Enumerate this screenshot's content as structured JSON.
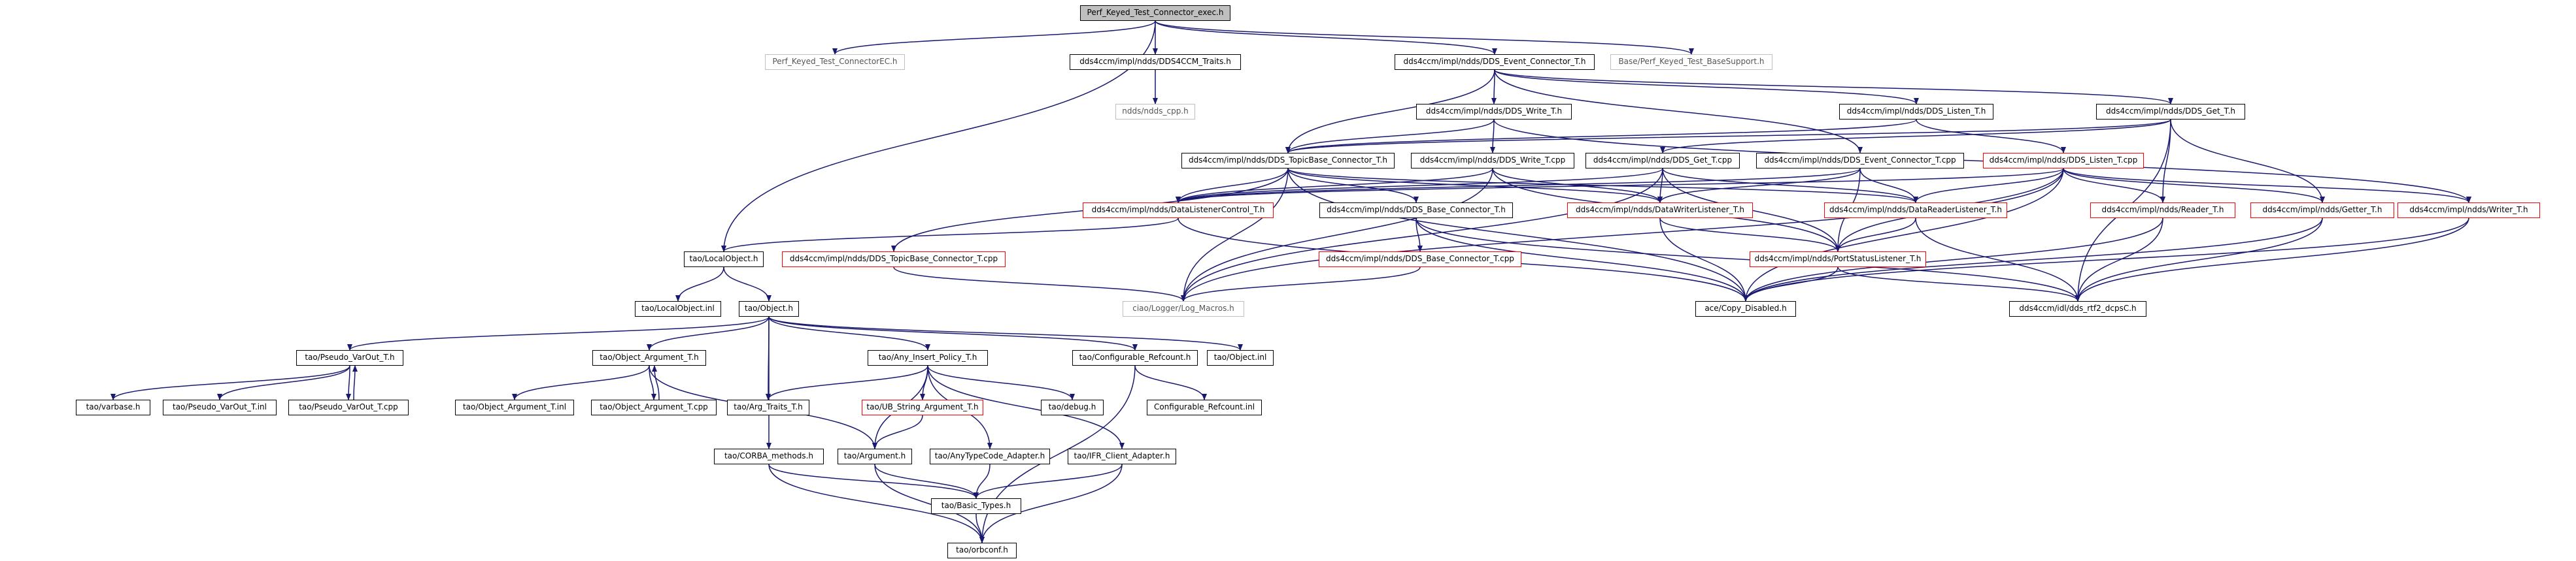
{
  "title": "Perf_Keyed_Test_Connector_exec.h",
  "colors": {
    "edge": "#191970",
    "root_fill": "#bfbfbf",
    "missing_border": "#bfbfbf",
    "truncated_border": "#ff0000",
    "normal_border": "#000000"
  },
  "nodes": {
    "root": "Perf_Keyed_Test_Connector_exec.h",
    "conn_ec": "Perf_Keyed_Test_ConnectorEC.h",
    "ccm_traits": "dds4ccm/impl/ndds/DDS4CCM_Traits.h",
    "event_conn_t": "dds4ccm/impl/ndds/DDS_Event_Connector_T.h",
    "base_support": "Base/Perf_Keyed_Test_BaseSupport.h",
    "ndds_cpp": "ndds/ndds_cpp.h",
    "write_t_h": "dds4ccm/impl/ndds/DDS_Write_T.h",
    "listen_t_h": "dds4ccm/impl/ndds/DDS_Listen_T.h",
    "get_t_h": "dds4ccm/impl/ndds/DDS_Get_T.h",
    "topicbase_h": "dds4ccm/impl/ndds/DDS_TopicBase_Connector_T.h",
    "write_t_cpp": "dds4ccm/impl/ndds/DDS_Write_T.cpp",
    "get_t_cpp": "dds4ccm/impl/ndds/DDS_Get_T.cpp",
    "event_conn_cpp": "dds4ccm/impl/ndds/DDS_Event_Connector_T.cpp",
    "listen_t_cpp": "dds4ccm/impl/ndds/DDS_Listen_T.cpp",
    "dlc_h": "dds4ccm/impl/ndds/DataListenerControl_T.h",
    "base_conn_h": "dds4ccm/impl/ndds/DDS_Base_Connector_T.h",
    "dwl_h": "dds4ccm/impl/ndds/DataWriterListener_T.h",
    "drl_h": "dds4ccm/impl/ndds/DataReaderListener_T.h",
    "reader_h": "dds4ccm/impl/ndds/Reader_T.h",
    "getter_h": "dds4ccm/impl/ndds/Getter_T.h",
    "writer_h": "dds4ccm/impl/ndds/Writer_T.h",
    "localobject_h": "tao/LocalObject.h",
    "topicbase_cpp": "dds4ccm/impl/ndds/DDS_TopicBase_Connector_T.cpp",
    "base_conn_cpp": "dds4ccm/impl/ndds/DDS_Base_Connector_T.cpp",
    "psl_h": "dds4ccm/impl/ndds/PortStatusListener_T.h",
    "localobject_inl": "tao/LocalObject.inl",
    "object_h": "tao/Object.h",
    "log_macros": "ciao/Logger/Log_Macros.h",
    "copy_disabled": "ace/Copy_Disabled.h",
    "rtf2_dcps": "dds4ccm/idl/dds_rtf2_dcpsC.h",
    "pseudo_varout_h": "tao/Pseudo_VarOut_T.h",
    "object_arg_h": "tao/Object_Argument_T.h",
    "any_insert_h": "tao/Any_Insert_Policy_T.h",
    "config_refcount_h": "tao/Configurable_Refcount.h",
    "object_inl": "tao/Object.inl",
    "varbase_h": "tao/varbase.h",
    "pseudo_varout_inl": "tao/Pseudo_VarOut_T.inl",
    "pseudo_varout_cpp": "tao/Pseudo_VarOut_T.cpp",
    "object_arg_inl": "tao/Object_Argument_T.inl",
    "object_arg_cpp": "tao/Object_Argument_T.cpp",
    "arg_traits_h": "tao/Arg_Traits_T.h",
    "ub_string_h": "tao/UB_String_Argument_T.h",
    "debug_h": "tao/debug.h",
    "config_refcount_inl": "Configurable_Refcount.inl",
    "corba_methods_h": "tao/CORBA_methods.h",
    "argument_h": "tao/Argument.h",
    "anytypecode_h": "tao/AnyTypeCode_Adapter.h",
    "ifr_client_h": "tao/IFR_Client_Adapter.h",
    "basic_types_h": "tao/Basic_Types.h",
    "orbconf_h": "tao/orbconf.h"
  }
}
